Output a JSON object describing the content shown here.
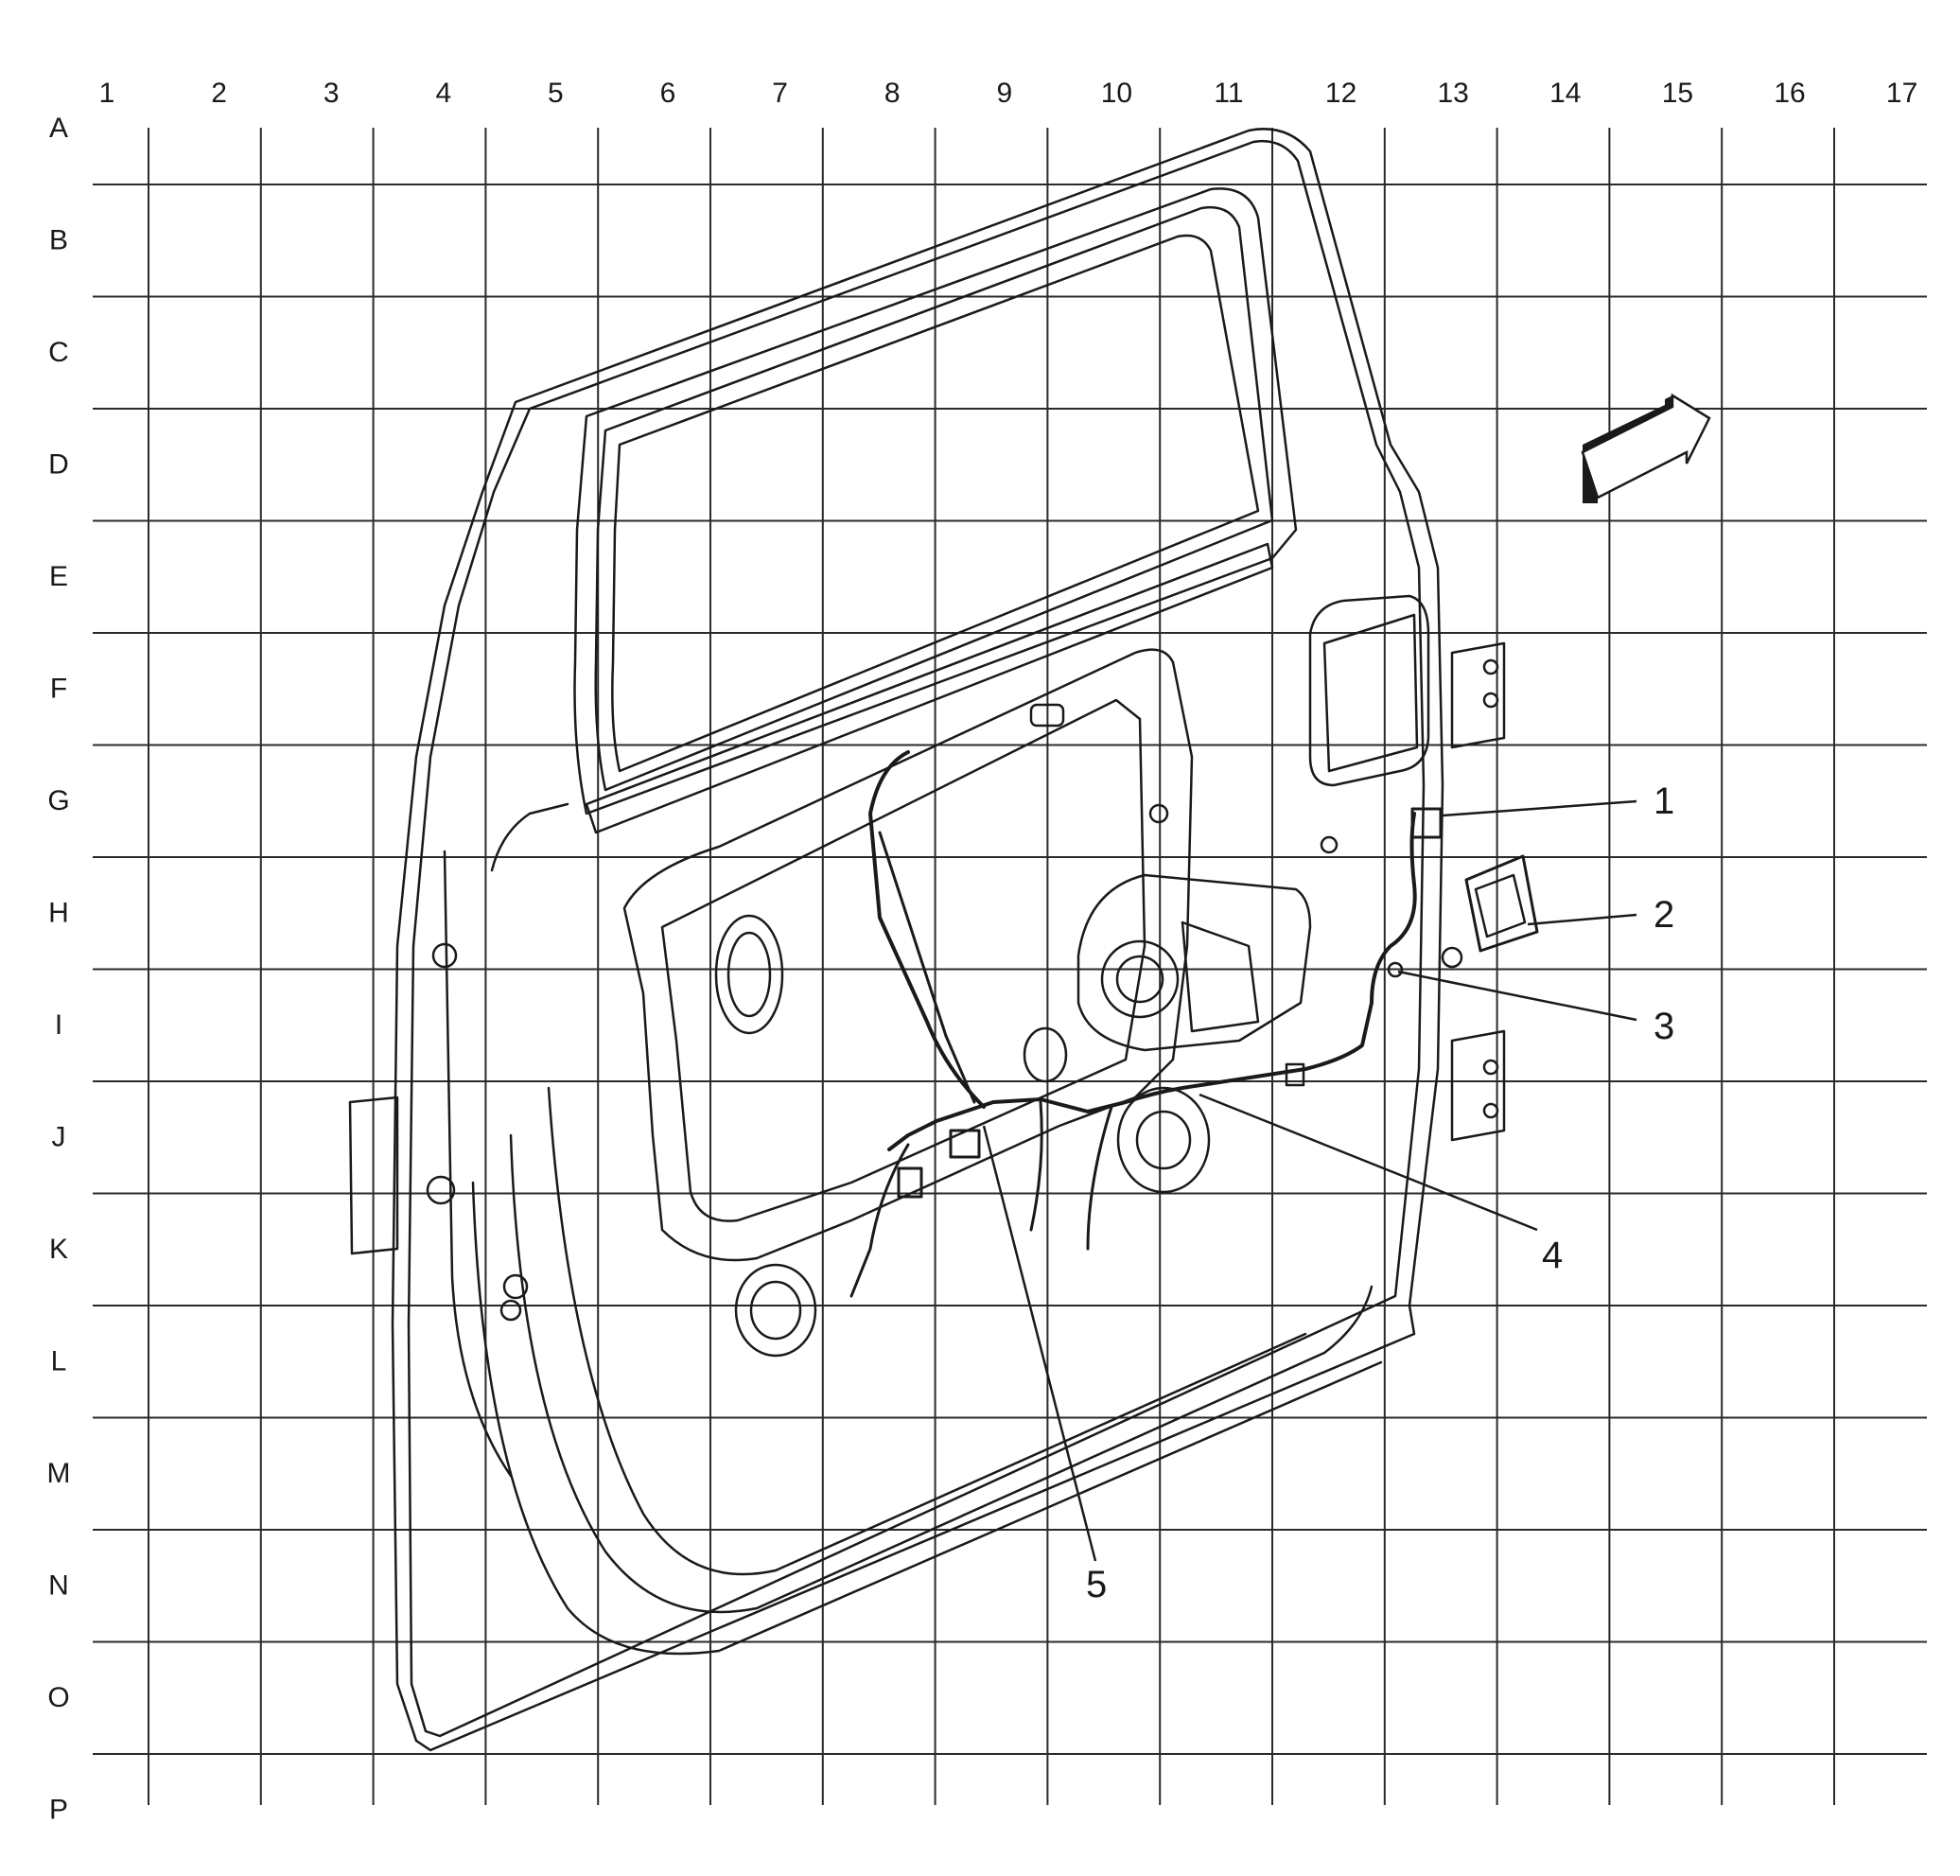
{
  "diagram": {
    "columns": [
      "1",
      "2",
      "3",
      "4",
      "5",
      "6",
      "7",
      "8",
      "9",
      "10",
      "11",
      "12",
      "13",
      "14",
      "15",
      "16",
      "17"
    ],
    "rows": [
      "A",
      "B",
      "C",
      "D",
      "E",
      "F",
      "G",
      "H",
      "I",
      "J",
      "K",
      "L",
      "M",
      "N",
      "O",
      "P"
    ],
    "callouts": [
      "1",
      "2",
      "3",
      "4",
      "5"
    ],
    "icons": [
      "orientation-arrow-icon"
    ],
    "colors": {
      "line": "#1a1a1a",
      "background": "#ffffff"
    }
  }
}
